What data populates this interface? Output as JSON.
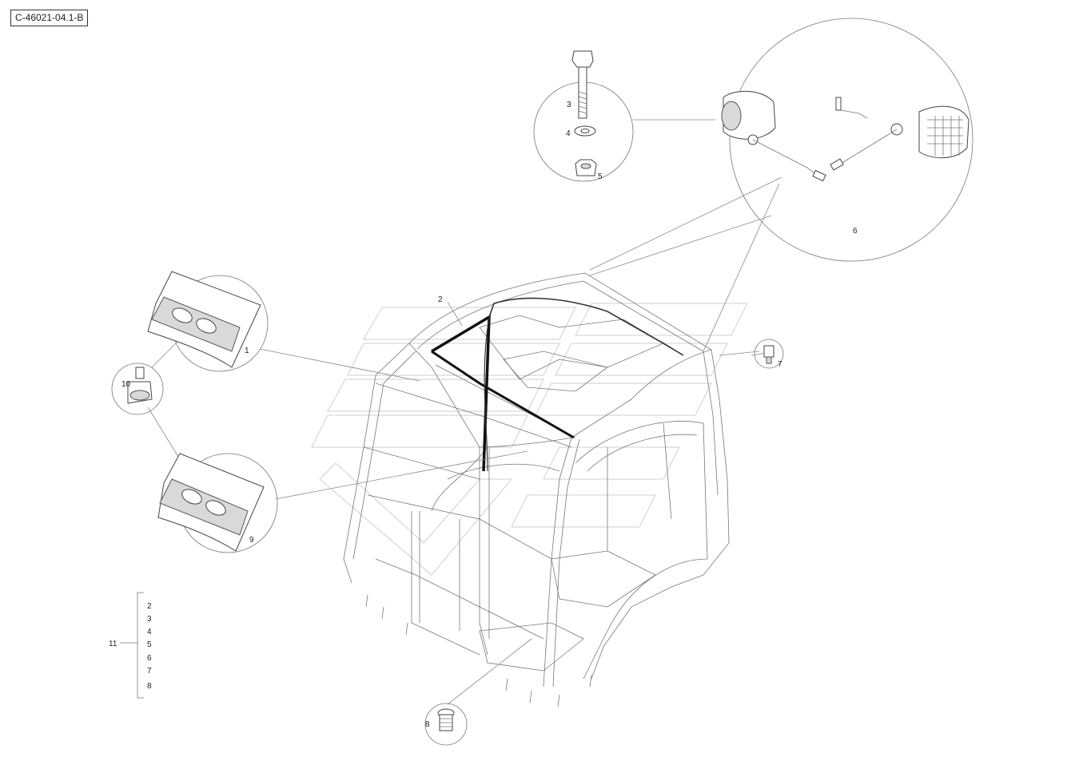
{
  "drawing_ref": "C-46021-04.1-B",
  "callouts": {
    "c1": "1",
    "c2": "2",
    "c3": "3",
    "c4": "4",
    "c5": "5",
    "c6": "6",
    "c7": "7",
    "c8": "8",
    "c9": "9",
    "c10": "10",
    "c11": "11"
  },
  "kit_11_items": [
    "2",
    "3",
    "4",
    "5",
    "6",
    "7",
    "8"
  ]
}
